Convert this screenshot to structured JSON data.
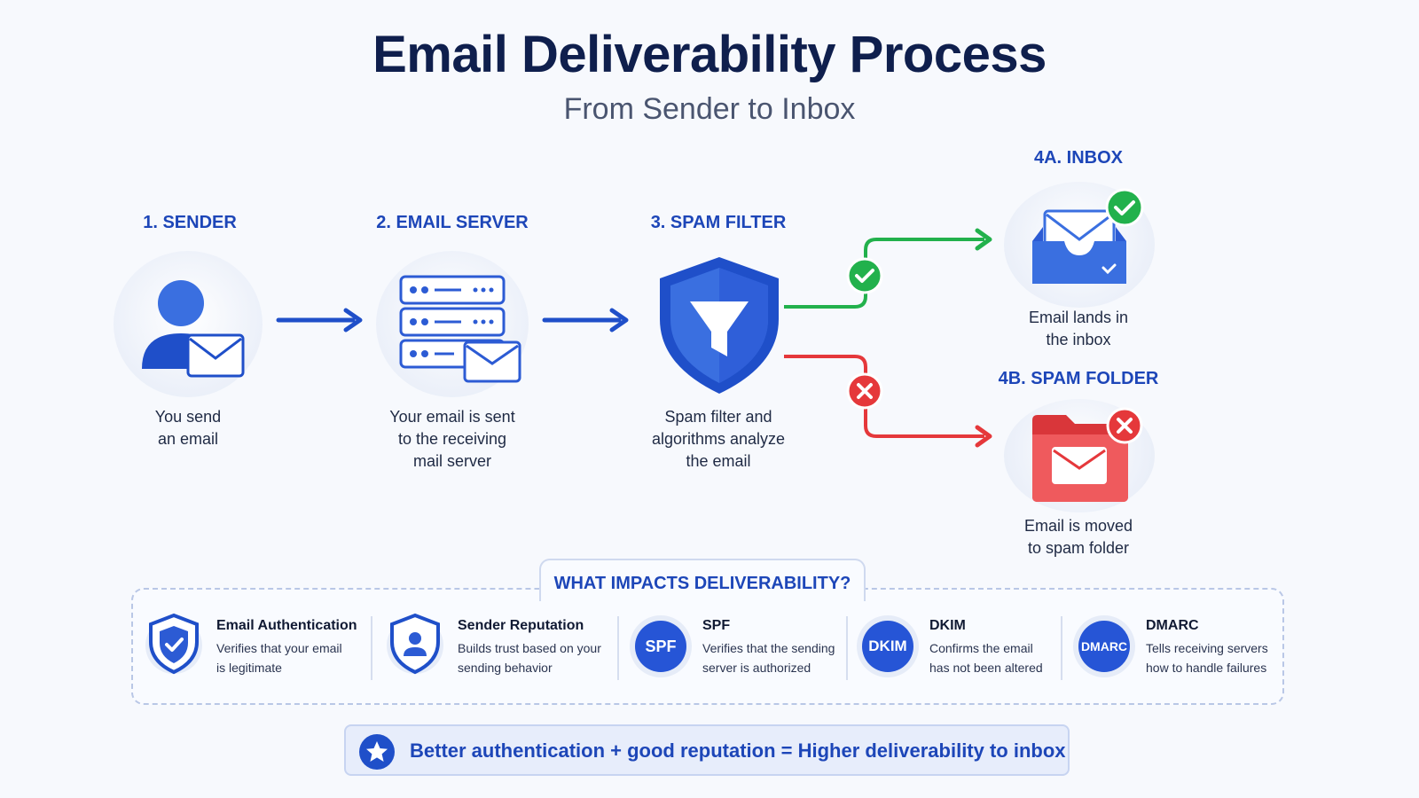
{
  "header": {
    "title": "Email Deliverability Process",
    "subtitle": "From Sender to Inbox"
  },
  "steps": [
    {
      "label": "1. SENDER",
      "desc_lines": [
        "You send",
        "an email"
      ],
      "icon": "user-with-envelope-icon"
    },
    {
      "label": "2. EMAIL SERVER",
      "desc_lines": [
        "Your email is sent",
        "to the receiving",
        "mail server"
      ],
      "icon": "server-stack-icon"
    },
    {
      "label": "3. SPAM FILTER",
      "desc_lines": [
        "Spam filter and",
        "algorithms analyze",
        "the email"
      ],
      "icon": "shield-funnel-icon"
    },
    {
      "label": "4A. INBOX",
      "desc_lines": [
        "Email lands in",
        "the inbox"
      ],
      "icon": "inbox-tray-icon"
    },
    {
      "label": "4B. SPAM FOLDER",
      "desc_lines": [
        "Email is moved",
        "to spam folder"
      ],
      "icon": "spam-folder-icon"
    }
  ],
  "impacts": {
    "title": "WHAT IMPACTS DELIVERABILITY?",
    "items": [
      {
        "name": "Email Authentication",
        "desc_lines": [
          "Verifies that your email",
          "is legitimate"
        ],
        "icon": "shield-check-icon"
      },
      {
        "name": "Sender Reputation",
        "desc_lines": [
          "Builds trust based on your",
          "sending behavior"
        ],
        "icon": "shield-user-icon"
      },
      {
        "name": "SPF",
        "badge": "SPF",
        "desc_lines": [
          "Verifies that the sending",
          "server is authorized"
        ]
      },
      {
        "name": "DKIM",
        "badge": "DKIM",
        "desc_lines": [
          "Confirms the email",
          "has not been altered"
        ]
      },
      {
        "name": "DMARC",
        "badge": "DMARC",
        "desc_lines": [
          "Tells receiving servers",
          "how to handle failures"
        ]
      }
    ]
  },
  "footer": {
    "text": "Better authentication + good reputation = Higher deliverability to inbox",
    "icon": "star-icon"
  },
  "colors": {
    "primary": "#1d46b8",
    "accent": "#2655d6",
    "success": "#22b14c",
    "danger": "#e5383b",
    "title": "#0f1f4d"
  }
}
